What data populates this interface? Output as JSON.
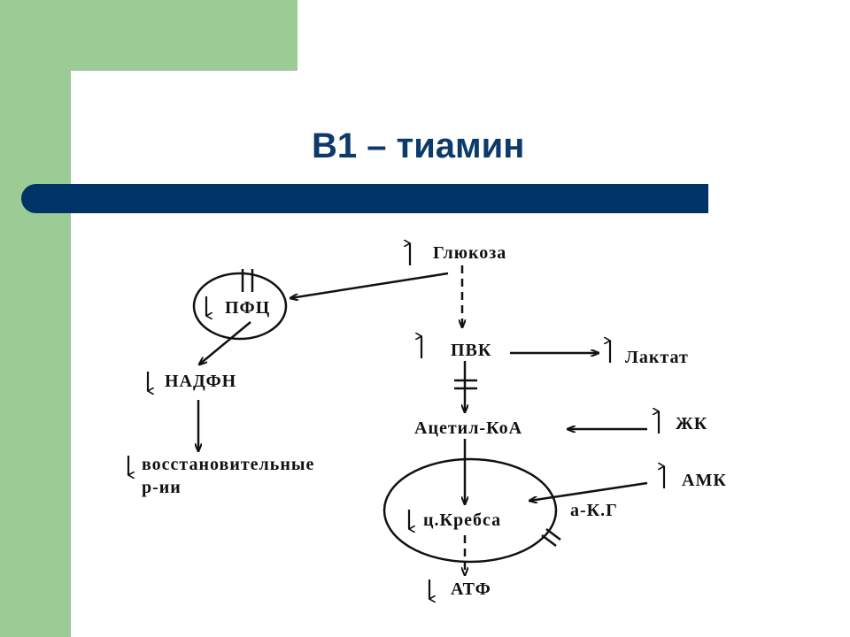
{
  "slide": {
    "title": "B1 – тиамин"
  },
  "diagram": {
    "nodes": {
      "glucose": "Глюкоза",
      "pvk": "ПВК",
      "lactate": "Лактат",
      "pfc": "ПФЦ",
      "nadph": "НАДФН",
      "reductive_line1": "восстановительные",
      "reductive_line2": "р-ии",
      "acetyl_coa": "Ацетил-КоА",
      "fatty_acids": "ЖК",
      "amino_acids": "АМК",
      "akg": "а-К.Г",
      "krebs": "ц.Кребса",
      "atp": "АТФ"
    },
    "changes": {
      "glucose": "up",
      "pvk": "up",
      "lactate": "up",
      "fatty_acids": "up",
      "amino_acids": "up",
      "pfc": "down",
      "nadph": "down",
      "reductive": "down",
      "krebs": "down",
      "atp": "down"
    },
    "blocked_steps": [
      "pfc",
      "pvk_to_acetyl_coa",
      "akg_to_krebs"
    ],
    "edges": [
      {
        "from": "glucose",
        "to": "pvk",
        "style": "dashed"
      },
      {
        "from": "glucose",
        "to": "pfc",
        "style": "solid"
      },
      {
        "from": "pvk",
        "to": "lactate",
        "style": "solid"
      },
      {
        "from": "pvk",
        "to": "acetyl_coa",
        "style": "blocked"
      },
      {
        "from": "pfc",
        "to": "nadph",
        "style": "solid"
      },
      {
        "from": "nadph",
        "to": "reductive",
        "style": "solid"
      },
      {
        "from": "fatty_acids",
        "to": "acetyl_coa",
        "style": "solid"
      },
      {
        "from": "acetyl_coa",
        "to": "krebs",
        "style": "solid"
      },
      {
        "from": "amino_acids",
        "to": "krebs",
        "style": "solid"
      },
      {
        "from": "krebs",
        "to": "atp",
        "style": "dashed"
      }
    ]
  }
}
